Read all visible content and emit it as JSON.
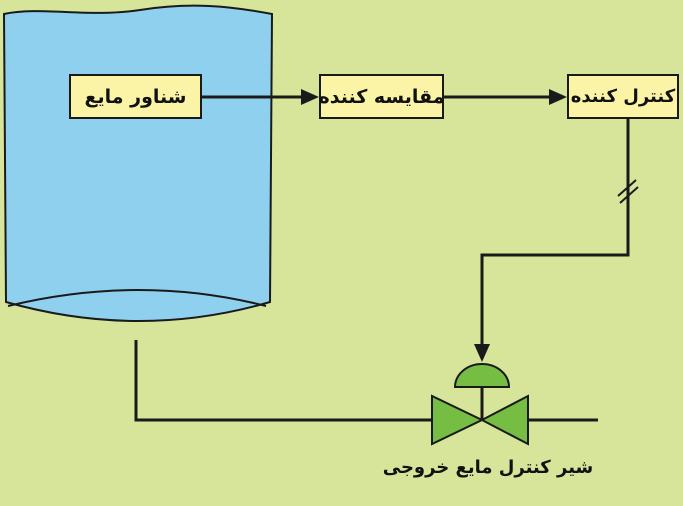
{
  "blocks": {
    "float_label": "شناور مایع",
    "comparator_label": "مقایسه کننده",
    "controller_label": "کنترل کننده"
  },
  "valve": {
    "caption": "شیر کنترل مایع خروجی"
  },
  "colors": {
    "background": "#d6e59a",
    "tank_fill": "#8fd0ef",
    "block_fill": "#fbf3a5",
    "valve_fill": "#76bd43",
    "line": "#1a1a1a"
  }
}
